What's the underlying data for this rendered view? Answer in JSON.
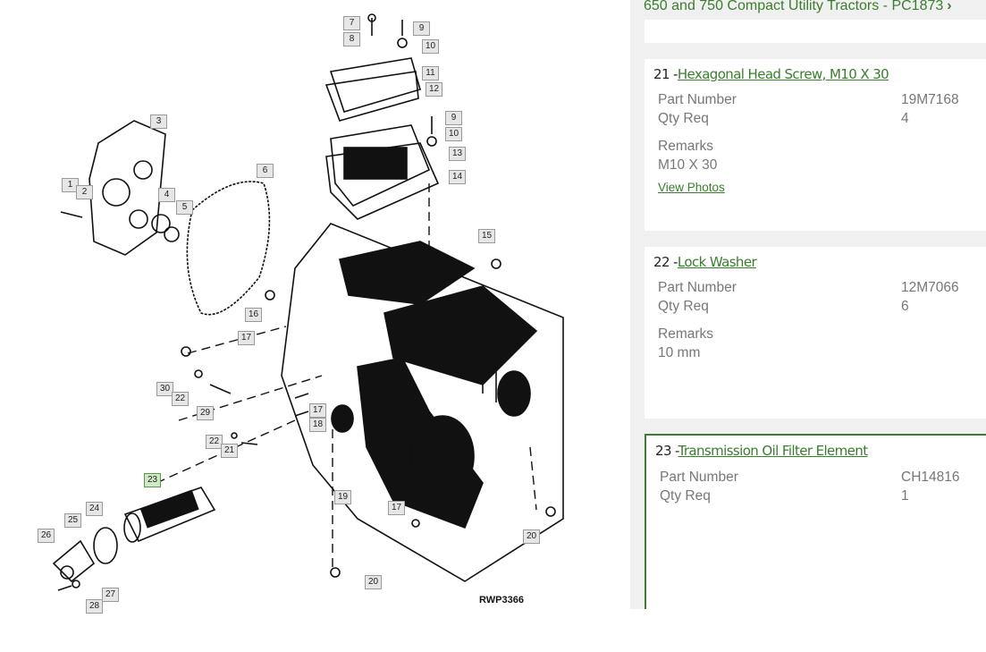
{
  "breadcrumb": {
    "label": "650 and 750 Compact Utility Tractors - PC1873",
    "chevron": "›"
  },
  "diagram": {
    "code": "RWP3366",
    "selected_callout": "23",
    "callouts": [
      "7",
      "8",
      "9",
      "10",
      "11",
      "12",
      "9",
      "10",
      "13",
      "14",
      "3",
      "6",
      "1",
      "2",
      "4",
      "5",
      "15",
      "16",
      "17",
      "30",
      "22",
      "29",
      "17",
      "18",
      "22",
      "21",
      "23",
      "19",
      "17",
      "20",
      "24",
      "25",
      "26",
      "27",
      "28",
      "20"
    ]
  },
  "parts": [
    {
      "number": "21",
      "sep": " -",
      "name": "Hexagonal Head Screw, M10 X 30",
      "part_number_label": "Part Number",
      "part_number": "19M7168",
      "qty_label": "Qty Req",
      "qty": "4",
      "remarks_label": "Remarks",
      "remarks": "M10 X 30",
      "photos_link": "View Photos"
    },
    {
      "number": "22",
      "sep": " -",
      "name": "Lock Washer",
      "part_number_label": "Part Number",
      "part_number": "12M7066",
      "qty_label": "Qty Req",
      "qty": "6",
      "remarks_label": "Remarks",
      "remarks": "10 mm"
    },
    {
      "number": "23",
      "sep": " -",
      "name": "Transmission Oil Filter Element",
      "part_number_label": "Part Number",
      "part_number": "CH14816",
      "qty_label": "Qty Req",
      "qty": "1"
    }
  ],
  "colors": {
    "accent": "#3b7d2e",
    "panel_bg": "#f0f0f0"
  }
}
